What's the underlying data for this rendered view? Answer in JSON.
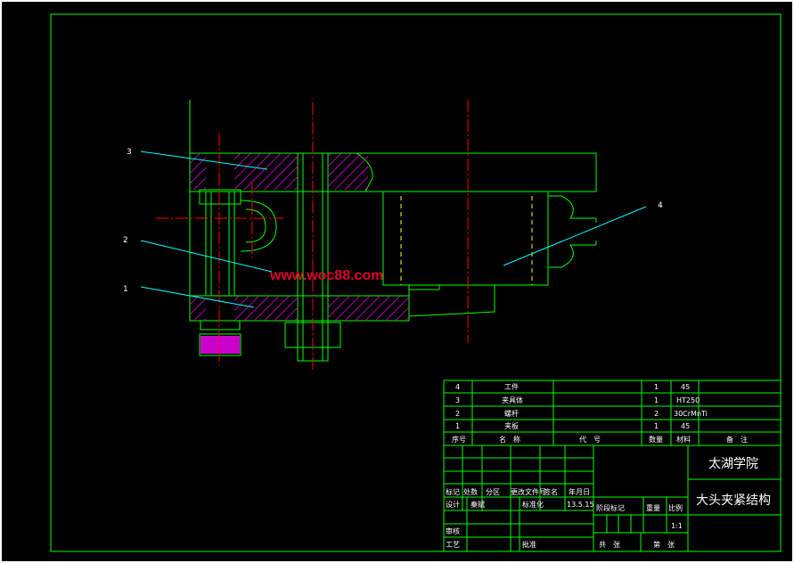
{
  "colors": {
    "background": "#000000",
    "frame": "#00ff00",
    "outer_border": "#ffffff",
    "centerline": "#ff0000",
    "hatch": "#ff00ff",
    "leader": "#00ffff",
    "dashed": "#ffff00",
    "text": "#ffffff"
  },
  "watermark": "www.woc88.com",
  "part_labels": [
    "3",
    "2",
    "1",
    "4"
  ],
  "bom": {
    "rows": [
      {
        "no": "4",
        "name": "工件",
        "code": "",
        "qty": "1",
        "material": "45",
        "note": ""
      },
      {
        "no": "3",
        "name": "夹具体",
        "code": "",
        "qty": "1",
        "material": "HT250",
        "note": ""
      },
      {
        "no": "2",
        "name": "螺杆",
        "code": "",
        "qty": "2",
        "material": "30CrMnTi",
        "note": ""
      },
      {
        "no": "1",
        "name": "夹板",
        "code": "",
        "qty": "1",
        "material": "45",
        "note": ""
      }
    ],
    "header": {
      "no": "序号",
      "name": "名　称",
      "code": "代　号",
      "qty": "数量",
      "material": "材料",
      "note": "备　注"
    }
  },
  "title_block": {
    "school": "太湖学院",
    "drawing_title": "大头夹紧结构",
    "rev_headers": [
      "标记",
      "处数",
      "分区",
      "更改文件号",
      "签名",
      "年月日"
    ],
    "design_label": "设计",
    "designer": "秦斌",
    "standardization_label": "标准化",
    "date": "13.5.15",
    "stage_label": "阶段标记",
    "weight_label": "重量",
    "scale_label": "比例",
    "scale": "1:1",
    "review_label": "审核",
    "process_label": "工艺",
    "approve_label": "批准",
    "sheets_total_label": "共　张",
    "sheet_no_label": "第　张"
  }
}
